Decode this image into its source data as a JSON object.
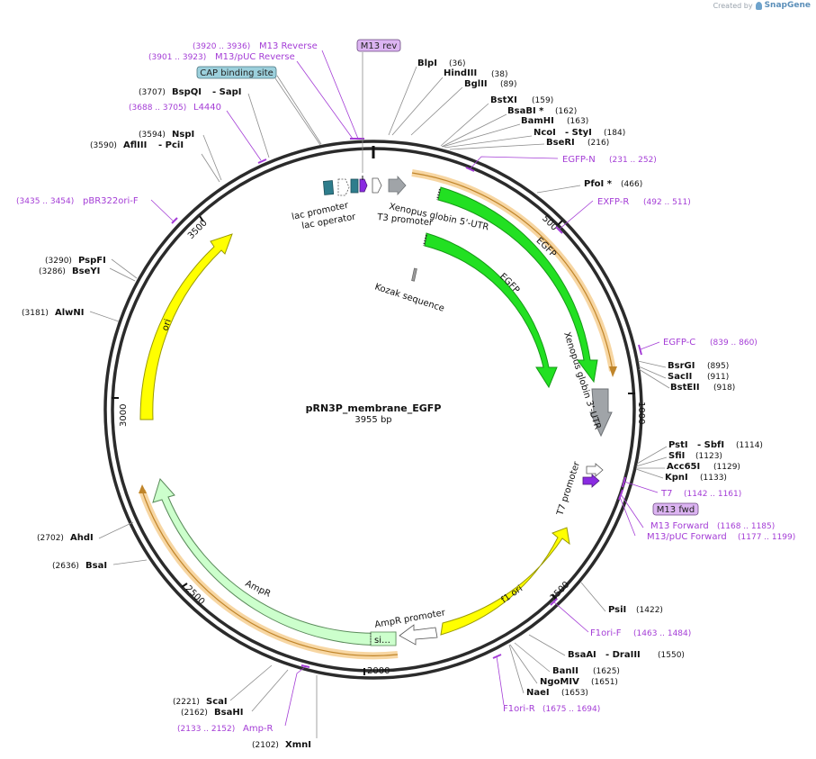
{
  "credit": {
    "prefix": "Created by",
    "brand": "SnapGene"
  },
  "plasmid": {
    "name": "pRN3P_membrane_EGFP",
    "size": "3955 bp"
  },
  "ruler": [
    "500",
    "1000",
    "1500",
    "2000",
    "2500",
    "3000",
    "3500"
  ],
  "colors": {
    "primer": "#a43dd6",
    "egfp": "#22e022",
    "ori": "#ffff00",
    "ampr": "#ccffcc",
    "utr": "#a0a4a8",
    "backbone": "#2b2b2b"
  },
  "features": {
    "egfp_outer": "EGFP",
    "egfp_inner": "EGFP",
    "xenopus5": "Xenopus globin 5'-UTR",
    "xenopus3": "Xenopus globin 3'-UTR",
    "kozak": "Kozak sequence",
    "t7_promoter": "T7 promoter",
    "f1_ori": "f1 ori",
    "ampr_promoter": "AmpR promoter",
    "ampr": "AmpR",
    "ampr_signal": "si…",
    "ori": "ori",
    "lac_promoter": "lac promoter",
    "lac_operator": "lac operator",
    "t3_promoter": "T3 promoter"
  },
  "boxed_labels": {
    "m13rev": "M13 rev",
    "cap": "CAP binding site",
    "m13fwd": "M13 fwd"
  },
  "enzymes": [
    {
      "name": "BlpI",
      "pos": "(36)"
    },
    {
      "name": "HindIII",
      "pos": "(38)"
    },
    {
      "name": "BglII",
      "pos": "(89)"
    },
    {
      "name": "BstXI",
      "pos": "(159)"
    },
    {
      "name": "BsaBI *",
      "pos": "(162)"
    },
    {
      "name": "BamHI",
      "pos": "(163)"
    },
    {
      "name": "NcoI",
      "name2": "- StyI",
      "pos": "(184)"
    },
    {
      "name": "BseRI",
      "pos": "(216)"
    },
    {
      "name": "PfoI *",
      "pos": "(466)"
    },
    {
      "name": "BsrGI",
      "pos": "(895)"
    },
    {
      "name": "SacII",
      "pos": "(911)"
    },
    {
      "name": "BstEII",
      "pos": "(918)"
    },
    {
      "name": "PstI",
      "name2": "- SbfI",
      "pos": "(1114)"
    },
    {
      "name": "SfiI",
      "pos": "(1123)"
    },
    {
      "name": "Acc65I",
      "pos": "(1129)"
    },
    {
      "name": "KpnI",
      "pos": "(1133)"
    },
    {
      "name": "PsiI",
      "pos": "(1422)"
    },
    {
      "name": "BsaAI",
      "name2": "- DraIII",
      "pos": "(1550)"
    },
    {
      "name": "BanII",
      "pos": "(1625)"
    },
    {
      "name": "NgoMIV",
      "pos": "(1651)"
    },
    {
      "name": "NaeI",
      "pos": "(1653)"
    },
    {
      "name": "XmnI",
      "pos": "(2102)"
    },
    {
      "name": "BsaHI",
      "pos": "(2162)"
    },
    {
      "name": "ScaI",
      "pos": "(2221)"
    },
    {
      "name": "BsaI",
      "pos": "(2636)"
    },
    {
      "name": "AhdI",
      "pos": "(2702)"
    },
    {
      "name": "AlwNI",
      "pos": "(3181)"
    },
    {
      "name": "BseYI",
      "pos": "(3286)"
    },
    {
      "name": "PspFI",
      "pos": "(3290)"
    },
    {
      "name": "AflIII",
      "name2": "- PciI",
      "pos": "(3590)"
    },
    {
      "name": "NspI",
      "pos": "(3594)"
    },
    {
      "name": "BspQI",
      "name2": "- SapI",
      "pos": "(3707)"
    }
  ],
  "primers": [
    {
      "name": "M13 Reverse",
      "pos": "(3920 .. 3936)"
    },
    {
      "name": "M13/pUC Reverse",
      "pos": "(3901 .. 3923)"
    },
    {
      "name": "L4440",
      "pos": "(3688 .. 3705)"
    },
    {
      "name": "pBR322ori-F",
      "pos": "(3435 .. 3454)"
    },
    {
      "name": "EGFP-N",
      "pos": "(231 .. 252)"
    },
    {
      "name": "EXFP-R",
      "pos": "(492 .. 511)"
    },
    {
      "name": "EGFP-C",
      "pos": "(839 .. 860)"
    },
    {
      "name": "T7",
      "pos": "(1142 .. 1161)"
    },
    {
      "name": "M13 Forward",
      "pos": "(1168 .. 1185)"
    },
    {
      "name": "M13/pUC Forward",
      "pos": "(1177 .. 1199)"
    },
    {
      "name": "F1ori-F",
      "pos": "(1463 .. 1484)"
    },
    {
      "name": "F1ori-R",
      "pos": "(1675 .. 1694)"
    },
    {
      "name": "Amp-R",
      "pos": "(2133 .. 2152)"
    }
  ]
}
